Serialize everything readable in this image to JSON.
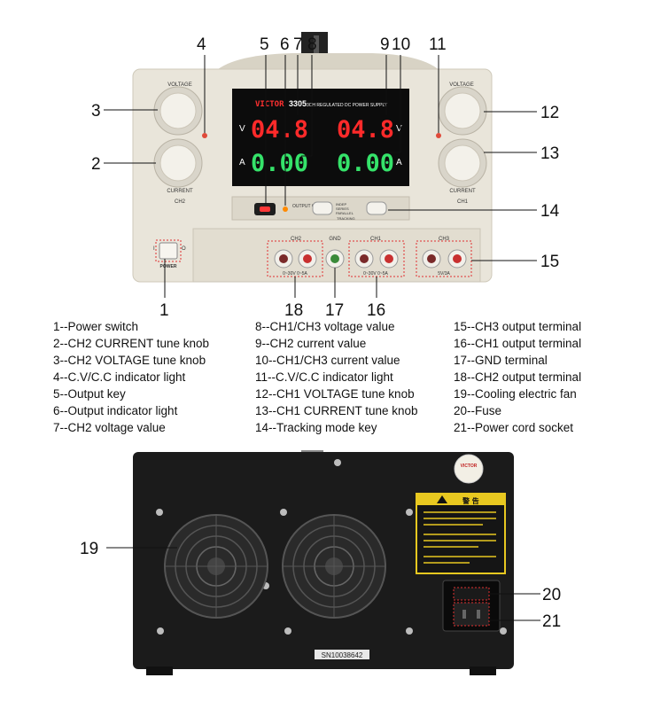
{
  "front_panel": {
    "brand": "VICTOR",
    "model": "3305",
    "title": "3CH REGULATED DC POWER SUPPLY",
    "knob_voltage_label": "VOLTAGE",
    "knob_current_label": "CURRENT",
    "ch2_label": "CH2",
    "ch1_label": "CH1",
    "ch3_label": "CH3",
    "gnd_label": "GND",
    "power_label": "POWER",
    "output_label": "OUTPUT ON/OFF",
    "tracking_indep": "INDEP",
    "tracking_series": "SERIES",
    "tracking_parallel": "PARALLEL",
    "tracking_label": "TRACKING",
    "display": {
      "ch2_voltage": "04.8",
      "ch1_voltage": "04.8",
      "ch2_current": "0.00",
      "ch1_current": "0.00",
      "unit_v": "V",
      "unit_a": "A"
    },
    "range_ch2": "0~30V 0~5A",
    "range_ch1": "0~30V 0~5A",
    "range_ch3": "5V/3A",
    "power_switch_marks": [
      "I",
      "O"
    ]
  },
  "callouts": [
    "1",
    "2",
    "3",
    "4",
    "5",
    "6",
    "7",
    "8",
    "9",
    "10",
    "11",
    "12",
    "13",
    "14",
    "15",
    "16",
    "17",
    "18",
    "19",
    "20",
    "21"
  ],
  "legend": {
    "col1": [
      "1--Power switch",
      "2--CH2 CURRENT tune knob",
      "3--CH2 VOLTAGE tune knob",
      "4--C.V/C.C indicator light",
      "5--Output key",
      "6--Output indicator light",
      "7--CH2 voltage value"
    ],
    "col2": [
      "8--CH1/CH3 voltage value",
      "9--CH2 current value",
      "10--CH1/CH3 current value",
      "11--C.V/C.C indicator light",
      "12--CH1 VOLTAGE tune knob",
      "13--CH1 CURRENT tune knob",
      "14--Tracking mode key"
    ],
    "col3": [
      "15--CH3 output terminal",
      "16--CH1 output terminal",
      "17--GND terminal",
      "18--CH2 output terminal",
      "19--Cooling electric fan",
      "20--Fuse",
      "21--Power cord socket"
    ]
  },
  "rear_panel": {
    "warning_title": "警 告",
    "serial": "SN10038642",
    "sticker_brand": "VICTOR"
  },
  "colors": {
    "panel": "#e9e5da",
    "display_bg": "#0c0c0c",
    "voltage_red": "#ff2a2a",
    "current_green": "#35e36a",
    "rear_chassis": "#1b1b1b",
    "warning_yellow": "#e8c820",
    "callout_dash": "#e03030"
  }
}
